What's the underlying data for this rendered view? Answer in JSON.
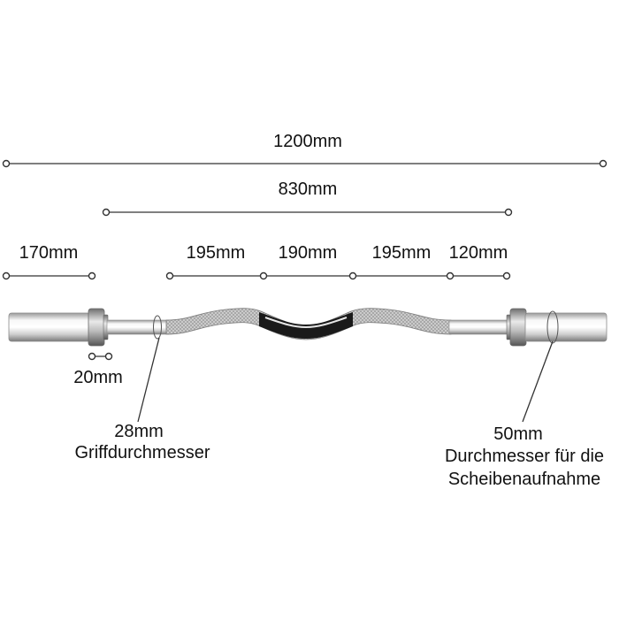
{
  "dimensions": {
    "overall_length": "1200mm",
    "inner_length": "830mm",
    "sleeve_length": "170mm",
    "curve_segment_1": "195mm",
    "curve_segment_2": "190mm",
    "curve_segment_3": "195mm",
    "end_segment": "120mm",
    "collar_width": "20mm"
  },
  "callouts": {
    "grip": {
      "value": "28mm",
      "caption": "Griffdurchmesser"
    },
    "sleeve": {
      "value": "50mm",
      "caption_line1": "Durchmesser für die",
      "caption_line2": "Scheibenaufnahme"
    }
  },
  "colors": {
    "background": "#ffffff",
    "line": "#333333",
    "chrome_light": "#f4f4f4",
    "chrome_dark": "#7a7a7a",
    "knurl": "#bdbdbd",
    "black_band": "#111111"
  }
}
